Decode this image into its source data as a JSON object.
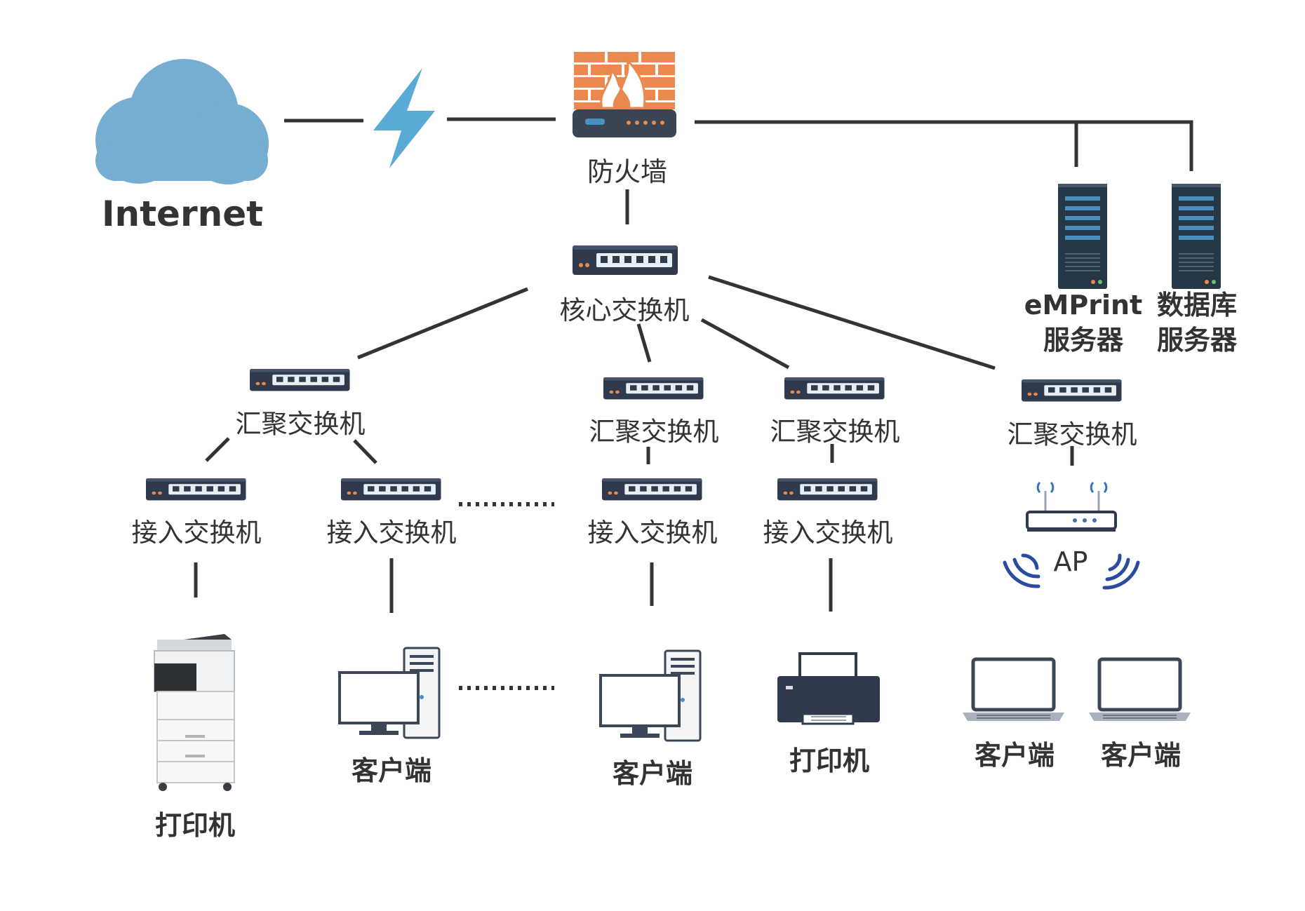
{
  "labels": {
    "internet": "Internet",
    "firewall": "防火墙",
    "core_switch": "核心交换机",
    "aggregation_switch": "汇聚交换机",
    "access_switch": "接入交换机",
    "emprint_server_line1": "eMPrint",
    "emprint_server_line2": "服务器",
    "database_server_line1": "数据库",
    "database_server_line2": "服务器",
    "printer": "打印机",
    "client": "客户端",
    "ap": "AP"
  },
  "colors": {
    "line": "#333333",
    "cloud": "#75aed0",
    "lightning": "#5aaad6",
    "device_dark": "#2f3b4c",
    "port_panel": "#e8eef5",
    "firewall_brick": "#e9894f",
    "server_accent": "#4a8fc0",
    "wifi_wave": "#2b4aa0"
  },
  "icons": {
    "cloud": "cloud-icon",
    "link": "lightning-icon",
    "firewall": "firewall-icon",
    "switch": "switch-icon",
    "server": "server-icon",
    "printer_mfp": "multifunction-printer-icon",
    "printer": "printer-icon",
    "desktop": "desktop-computer-icon",
    "laptop": "laptop-icon",
    "ap": "wireless-ap-icon"
  }
}
